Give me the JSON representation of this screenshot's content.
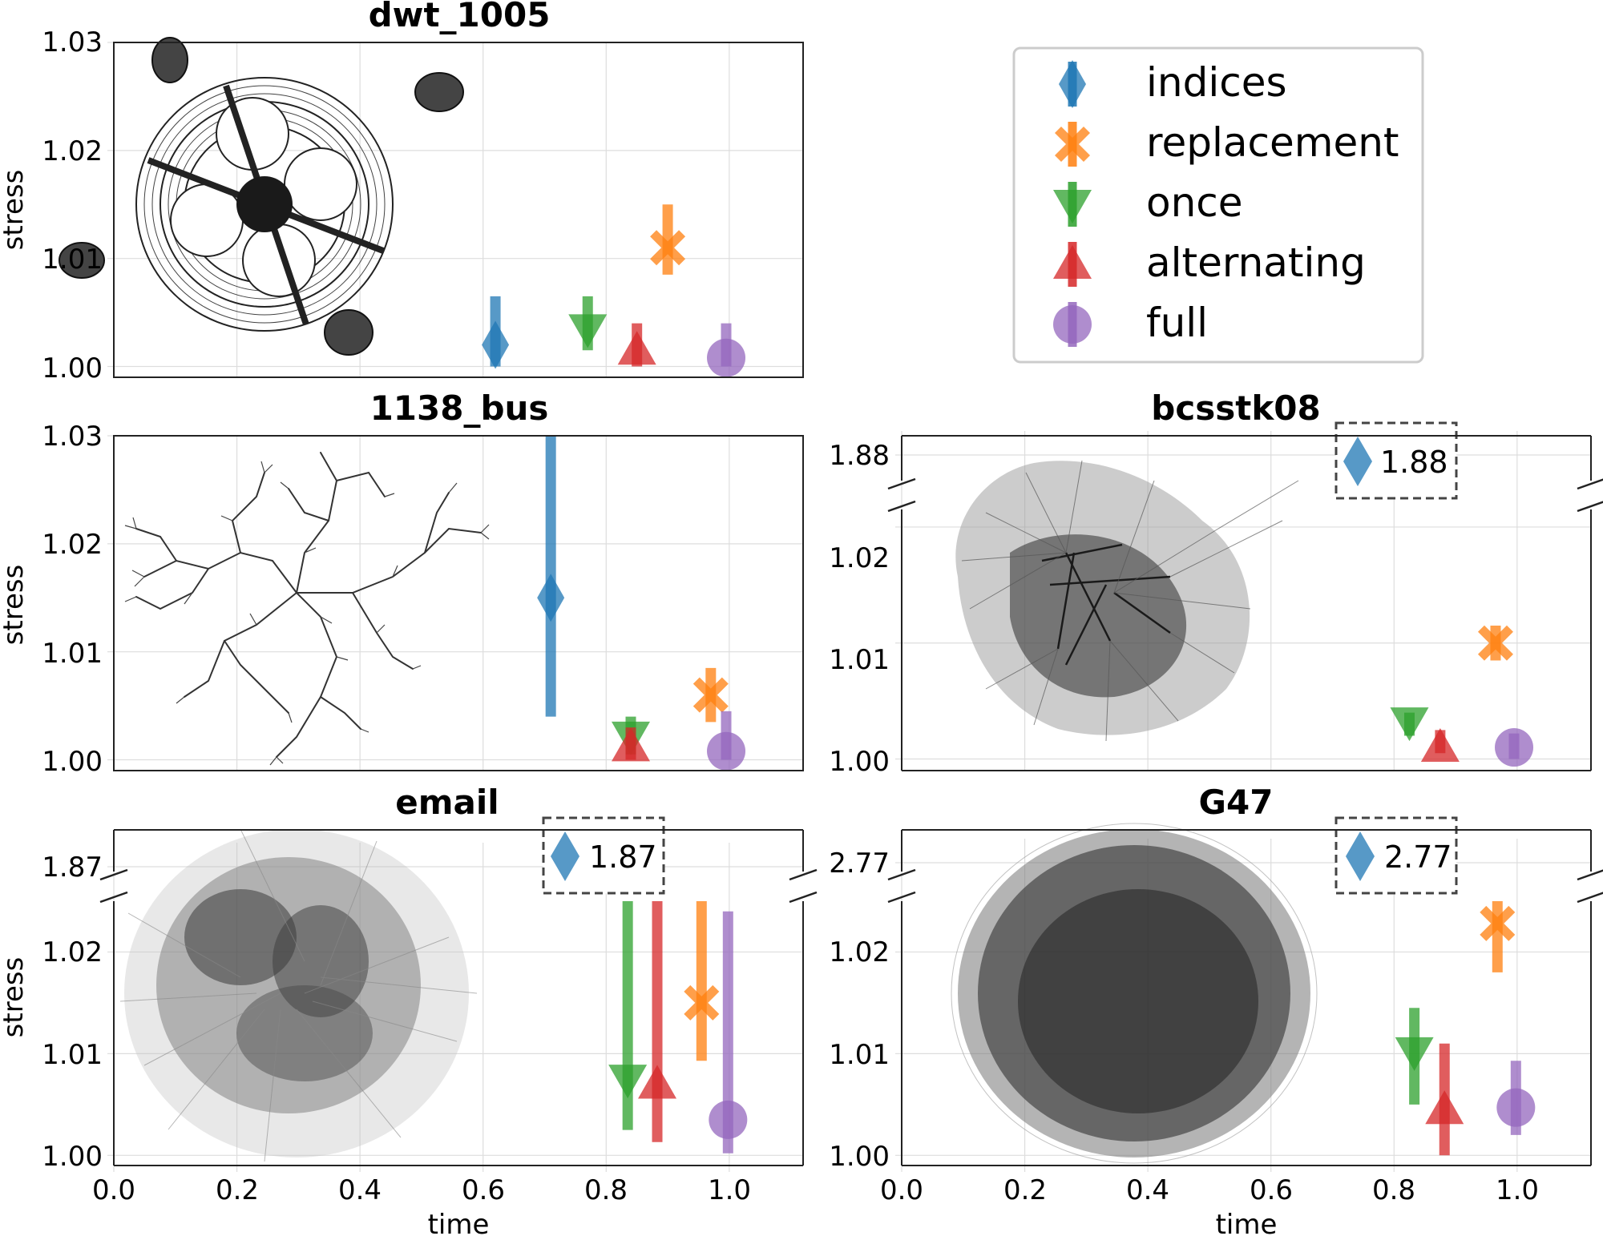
{
  "colors": {
    "indices": "#1f77b4",
    "replacement": "#ff7f0e",
    "once": "#2ca02c",
    "alternating": "#d62728",
    "full": "#9467bd"
  },
  "legend": {
    "placement": "top-right",
    "items": [
      {
        "key": "indices",
        "label": "indices",
        "marker": "diamond"
      },
      {
        "key": "replacement",
        "label": "replacement",
        "marker": "x"
      },
      {
        "key": "once",
        "label": "once",
        "marker": "triangle-down"
      },
      {
        "key": "alternating",
        "label": "alternating",
        "marker": "triangle-up"
      },
      {
        "key": "full",
        "label": "full",
        "marker": "circle"
      }
    ]
  },
  "chart_data": [
    {
      "id": "dwt",
      "type": "scatter",
      "title": "dwt_1005",
      "graph_thumbnail": "mesh-wheel",
      "xlabel": "",
      "ylabel": "stress",
      "xlim": [
        0,
        1.12
      ],
      "ylim": [
        0.999,
        1.03
      ],
      "xticks": [
        0,
        0.2,
        0.4,
        0.6,
        0.8,
        1.0
      ],
      "yticks": [
        1.0,
        1.01,
        1.02,
        1.03
      ],
      "ytick_labels": [
        "1.00",
        "1.01",
        "1.02",
        "1.03"
      ],
      "grid": true,
      "points": [
        {
          "series": "indices",
          "x": 0.62,
          "y": 1.002,
          "lo": 1.0,
          "hi": 1.0065
        },
        {
          "series": "replacement",
          "x": 0.9,
          "y": 1.011,
          "lo": 1.0085,
          "hi": 1.015
        },
        {
          "series": "once",
          "x": 0.77,
          "y": 1.0035,
          "lo": 1.0015,
          "hi": 1.0065
        },
        {
          "series": "alternating",
          "x": 0.85,
          "y": 1.0015,
          "lo": 1.0,
          "hi": 1.004
        },
        {
          "series": "full",
          "x": 0.995,
          "y": 1.0008,
          "lo": 1.0,
          "hi": 1.004
        }
      ]
    },
    {
      "id": "bus",
      "type": "scatter",
      "title": "1138_bus",
      "graph_thumbnail": "tree",
      "xlabel": "",
      "ylabel": "stress",
      "xlim": [
        0,
        1.12
      ],
      "ylim": [
        0.999,
        1.03
      ],
      "xticks": [
        0,
        0.2,
        0.4,
        0.6,
        0.8,
        1.0
      ],
      "yticks": [
        1.0,
        1.01,
        1.02,
        1.03
      ],
      "ytick_labels": [
        "1.00",
        "1.01",
        "1.02",
        "1.03"
      ],
      "grid": true,
      "points": [
        {
          "series": "indices",
          "x": 0.71,
          "y": 1.015,
          "lo": 1.004,
          "hi": 1.03
        },
        {
          "series": "replacement",
          "x": 0.97,
          "y": 1.006,
          "lo": 1.0035,
          "hi": 1.0085
        },
        {
          "series": "once",
          "x": 0.84,
          "y": 1.0022,
          "lo": 1.0005,
          "hi": 1.004
        },
        {
          "series": "alternating",
          "x": 0.84,
          "y": 1.0012,
          "lo": 1.0,
          "hi": 1.003
        },
        {
          "series": "full",
          "x": 0.995,
          "y": 1.0008,
          "lo": 1.0,
          "hi": 1.0045
        }
      ]
    },
    {
      "id": "bcs",
      "type": "scatter",
      "title": "bcsstk08",
      "graph_thumbnail": "dense-fan",
      "xlabel": "",
      "ylabel": "",
      "xlim": [
        0,
        1.12
      ],
      "ylim": [
        0.999,
        1.024
      ],
      "broken_axis": {
        "upper_tick": 1.88,
        "upper_label": "1.88"
      },
      "xticks": [
        0,
        0.2,
        0.4,
        0.6,
        0.8,
        1.0
      ],
      "yticks": [
        1.0,
        1.01,
        1.02
      ],
      "ytick_labels": [
        "1.00",
        "1.01",
        "1.02"
      ],
      "grid": true,
      "outlier": {
        "series": "indices",
        "x": 0.73,
        "value_label": "1.88"
      },
      "points": [
        {
          "series": "replacement",
          "x": 0.965,
          "y": 1.01,
          "lo": 1.0085,
          "hi": 1.0115
        },
        {
          "series": "once",
          "x": 0.825,
          "y": 1.0032,
          "lo": 1.002,
          "hi": 1.004
        },
        {
          "series": "alternating",
          "x": 0.875,
          "y": 1.001,
          "lo": 1.0005,
          "hi": 1.0025
        },
        {
          "series": "full",
          "x": 0.995,
          "y": 1.001,
          "lo": 1.0,
          "hi": 1.0022
        }
      ]
    },
    {
      "id": "email",
      "type": "scatter",
      "title": "email",
      "graph_thumbnail": "hairball",
      "xlabel": "time",
      "ylabel": "stress",
      "xlim": [
        0,
        1.12
      ],
      "ylim": [
        0.999,
        1.025
      ],
      "broken_axis": {
        "upper_tick": 1.87,
        "upper_label": "1.87"
      },
      "xticks": [
        0,
        0.2,
        0.4,
        0.6,
        0.8,
        1.0
      ],
      "xtick_labels": [
        "0.0",
        "0.2",
        "0.4",
        "0.6",
        "0.8",
        "1.0"
      ],
      "yticks": [
        1.0,
        1.01,
        1.02
      ],
      "ytick_labels": [
        "1.00",
        "1.01",
        "1.02"
      ],
      "grid": true,
      "outlier": {
        "series": "indices",
        "x": 0.735,
        "value_label": "1.87"
      },
      "points": [
        {
          "series": "once",
          "x": 0.835,
          "y": 1.0075,
          "lo": 1.0025,
          "hi": 1.025
        },
        {
          "series": "alternating",
          "x": 0.883,
          "y": 1.007,
          "lo": 1.0013,
          "hi": 1.025
        },
        {
          "series": "replacement",
          "x": 0.955,
          "y": 1.015,
          "lo": 1.0093,
          "hi": 1.025
        },
        {
          "series": "full",
          "x": 0.998,
          "y": 1.0035,
          "lo": 1.0002,
          "hi": 1.024
        }
      ]
    },
    {
      "id": "g47",
      "type": "scatter",
      "title": "G47",
      "graph_thumbnail": "dense-ball",
      "xlabel": "time",
      "ylabel": "",
      "xlim": [
        0,
        1.12
      ],
      "ylim": [
        0.999,
        1.025
      ],
      "broken_axis": {
        "upper_tick": 2.77,
        "upper_label": "2.77"
      },
      "xticks": [
        0,
        0.2,
        0.4,
        0.6,
        0.8,
        1.0
      ],
      "xtick_labels": [
        "0.0",
        "0.2",
        "0.4",
        "0.6",
        "0.8",
        "1.0"
      ],
      "yticks": [
        1.0,
        1.01,
        1.02
      ],
      "ytick_labels": [
        "1.00",
        "1.01",
        "1.02"
      ],
      "grid": true,
      "outlier": {
        "series": "indices",
        "x": 0.73,
        "value_label": "2.77"
      },
      "points": [
        {
          "series": "replacement",
          "x": 0.968,
          "y": 1.0228,
          "lo": 1.018,
          "hi": 1.025
        },
        {
          "series": "once",
          "x": 0.833,
          "y": 1.0102,
          "lo": 1.005,
          "hi": 1.0145
        },
        {
          "series": "alternating",
          "x": 0.882,
          "y": 1.0045,
          "lo": 1.0,
          "hi": 1.011
        },
        {
          "series": "full",
          "x": 0.998,
          "y": 1.0047,
          "lo": 1.002,
          "hi": 1.0093
        }
      ]
    }
  ]
}
